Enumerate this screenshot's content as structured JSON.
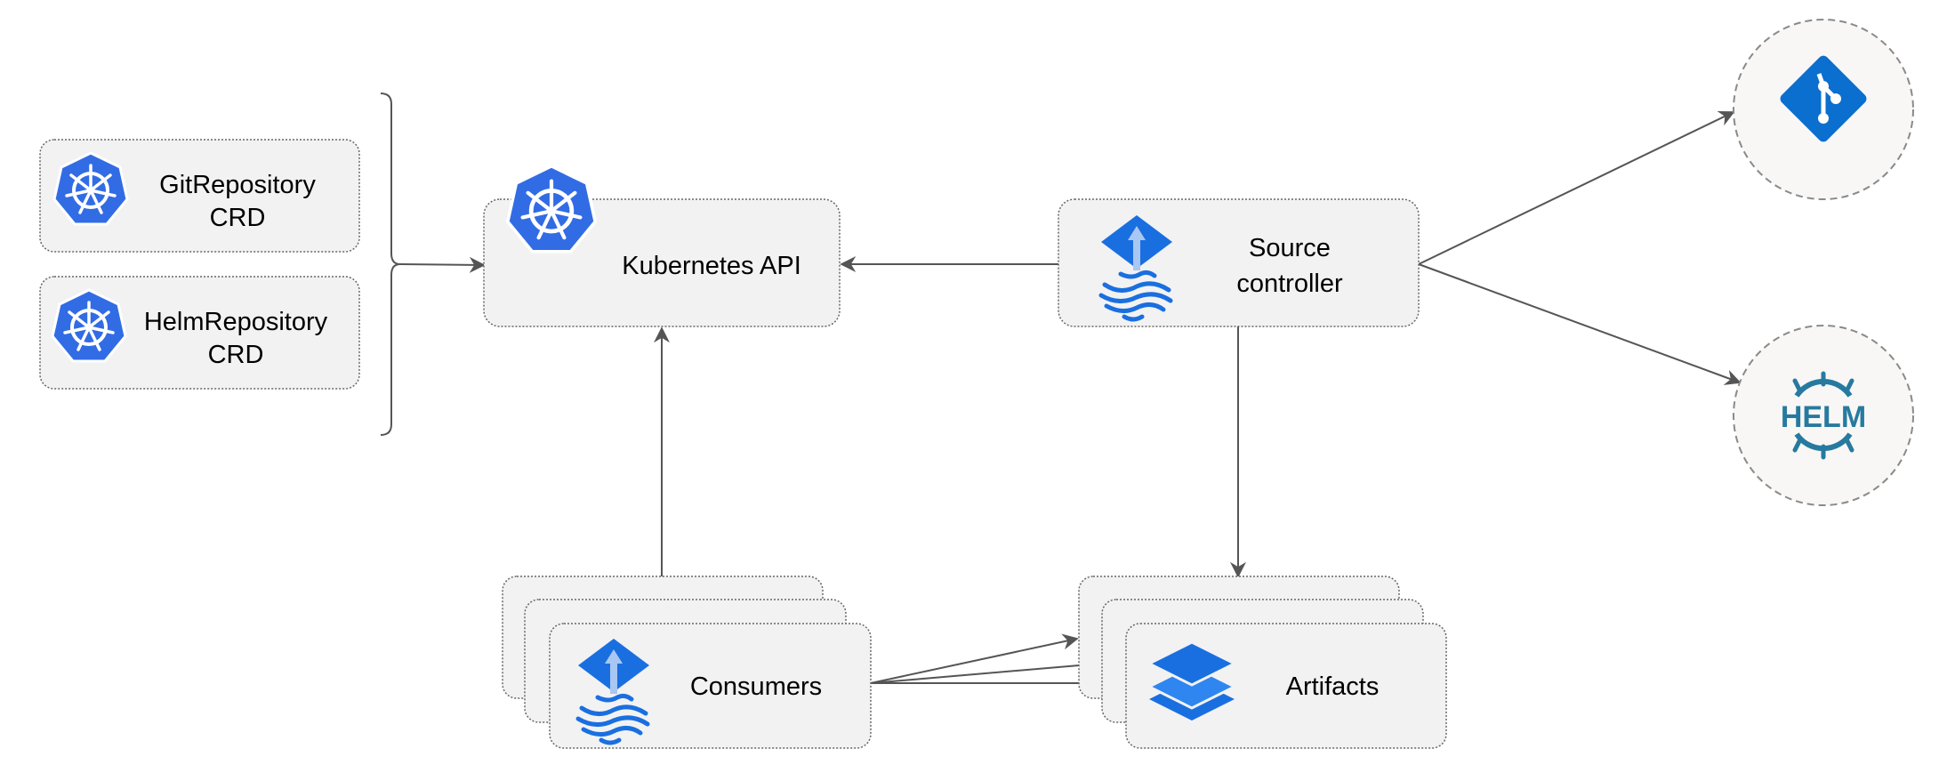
{
  "nodes": {
    "git_repository": {
      "line1": "GitRepository",
      "line2": "CRD",
      "icon": "kubernetes-icon"
    },
    "helm_repository": {
      "line1": "HelmRepository",
      "line2": "CRD",
      "icon": "kubernetes-icon"
    },
    "kubernetes_api": {
      "label": "Kubernetes API",
      "icon": "kubernetes-icon"
    },
    "source_controller": {
      "line1": "Source",
      "line2": "controller",
      "icon": "flux-icon"
    },
    "consumers": {
      "label": "Consumers",
      "icon": "flux-icon"
    },
    "artifacts": {
      "label": "Artifacts",
      "icon": "layers-icon"
    },
    "git": {
      "icon": "git-icon"
    },
    "helm": {
      "icon": "helm-icon",
      "logo_text": "HELM"
    }
  },
  "colors": {
    "kubernetes_blue": "#326ce5",
    "flux_blue": "#1a6fe0",
    "git_blue": "#0a6fcf",
    "helm_teal": "#277a9f",
    "box_fill": "#f2f2f2"
  }
}
